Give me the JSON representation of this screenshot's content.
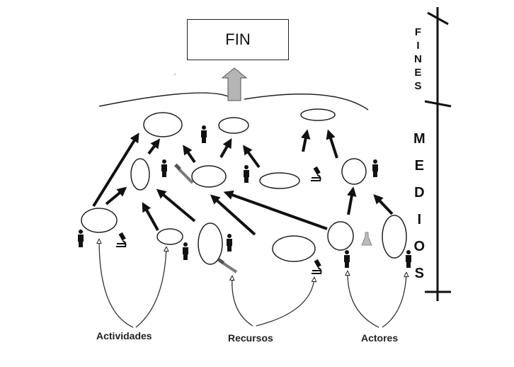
{
  "goal_box": {
    "label": "FIN"
  },
  "scale_bar": {
    "fines_letters": [
      "F",
      "I",
      "N",
      "E",
      "S"
    ],
    "medios_letters": [
      "M",
      "E",
      "D",
      "I",
      "O",
      "S"
    ]
  },
  "bottom_labels": {
    "activities": "Actividades",
    "resources": "Recursos",
    "actors": "Actores"
  },
  "colors": {
    "stroke": "#111111",
    "big_arrow_fill": "#b5b5b5",
    "tool_icon": "#7a7a7a"
  }
}
